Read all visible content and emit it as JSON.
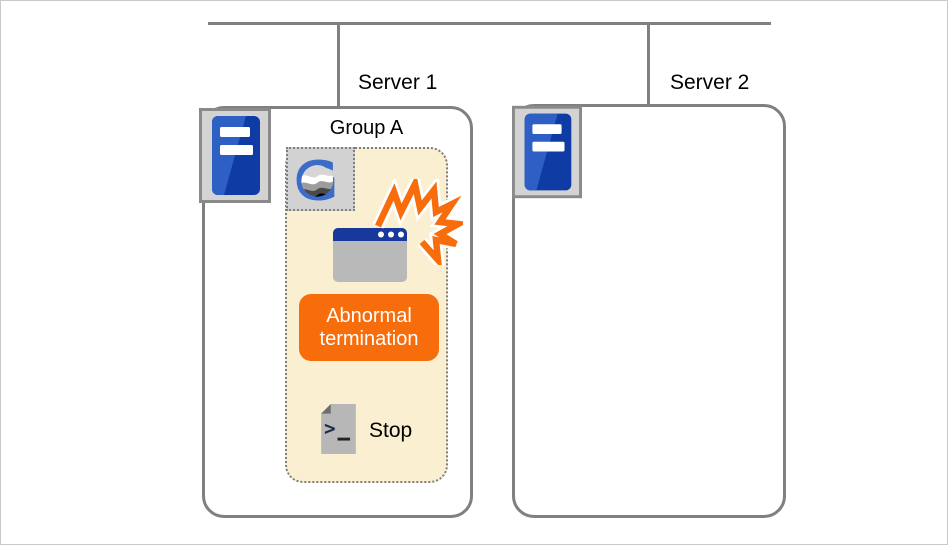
{
  "network": {
    "servers": [
      {
        "label": "Server 1"
      },
      {
        "label": "Server 2"
      }
    ]
  },
  "group": {
    "label": "Group A",
    "status_badge": "Abnormal termination",
    "action_label": "Stop"
  },
  "icons": {
    "server": "server-icon",
    "application_logo": "app-logo-g-icon",
    "window": "application-window-icon",
    "explosion": "crash-explosion-icon",
    "script": "script-file-icon"
  },
  "colors": {
    "accent_orange": "#F76C0B",
    "group_fill": "#FBEFD2",
    "line_gray": "#808080",
    "server_blue": "#1644A8",
    "server_blue_light": "#2E5FC4",
    "window_titlebar_blue": "#16399B",
    "logo_blue": "#3A6CC8",
    "icon_box_gray": "#d2d2d2"
  }
}
